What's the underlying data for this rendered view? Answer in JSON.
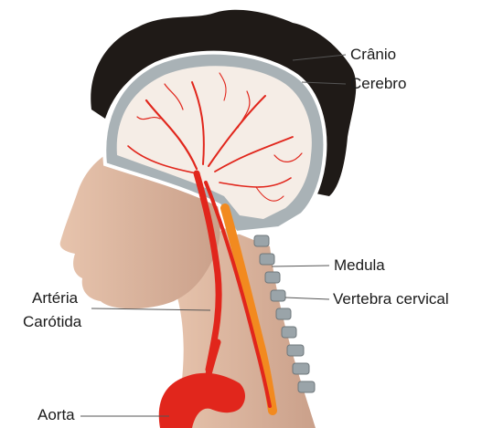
{
  "labels": {
    "skull": "Crânio",
    "brain": "Cerebro",
    "spinal_cord": "Medula",
    "cervical_vertebra": "Vertebra cervical",
    "carotid_line1": "Artéria",
    "carotid_line2": "Carótida",
    "aorta": "Aorta"
  },
  "colors": {
    "artery": "#e1261c",
    "spinal_cord": "#f28a1f",
    "skull": "#a9b2b6",
    "brain": "#f5ede6",
    "skin": "#dcb59c",
    "hair": "#1f1a17",
    "vertebra": "#9aa4a9",
    "leader_line": "#555555"
  }
}
